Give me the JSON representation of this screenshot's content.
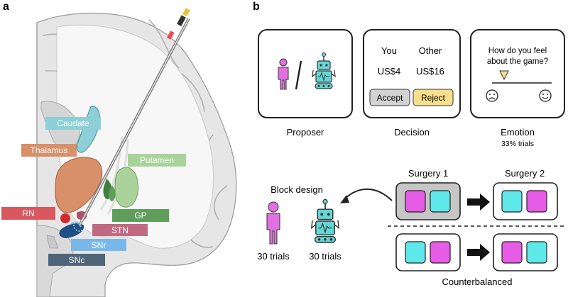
{
  "panel_a": {
    "letter": "a",
    "labels": {
      "caudate": "Caudate",
      "thalamus": "Thalamus",
      "putamen": "Putamen",
      "rn": "RN",
      "gp": "GP",
      "stn": "STN",
      "snr": "SNr",
      "snc": "SNc"
    },
    "colors": {
      "caudate": "#8ccfd6",
      "thalamus": "#d7906a",
      "putamen": "#a9d39a",
      "rn": "#d9585f",
      "gp": "#5f9e5b",
      "stn": "#c06a82",
      "snr": "#7ab8ea",
      "snc": "#4e6677"
    }
  },
  "panel_b": {
    "letter": "b",
    "proposer_caption": "Proposer",
    "decision": {
      "you": "You",
      "other": "Other",
      "you_amount": "US$4",
      "other_amount": "US$16",
      "accept": "Accept",
      "reject": "Reject",
      "caption": "Decision"
    },
    "emotion": {
      "question_line1": "How do you feel",
      "question_line2": "about the game?",
      "caption": "Emotion",
      "subcaption": "33% trials"
    },
    "block_design": {
      "title": "Block design",
      "human_trials": "30 trials",
      "robot_trials": "30 trials"
    },
    "surgery1": "Surgery 1",
    "surgery2": "Surgery 2",
    "counterbalanced": "Counterbalanced",
    "colors": {
      "magenta": "#e65ce6",
      "cyan": "#5ee8ea",
      "accept_bg": "#d3d3d3",
      "reject_bg": "#f8df8e",
      "person": "#e070e0",
      "robot": "#62d8d6"
    }
  }
}
